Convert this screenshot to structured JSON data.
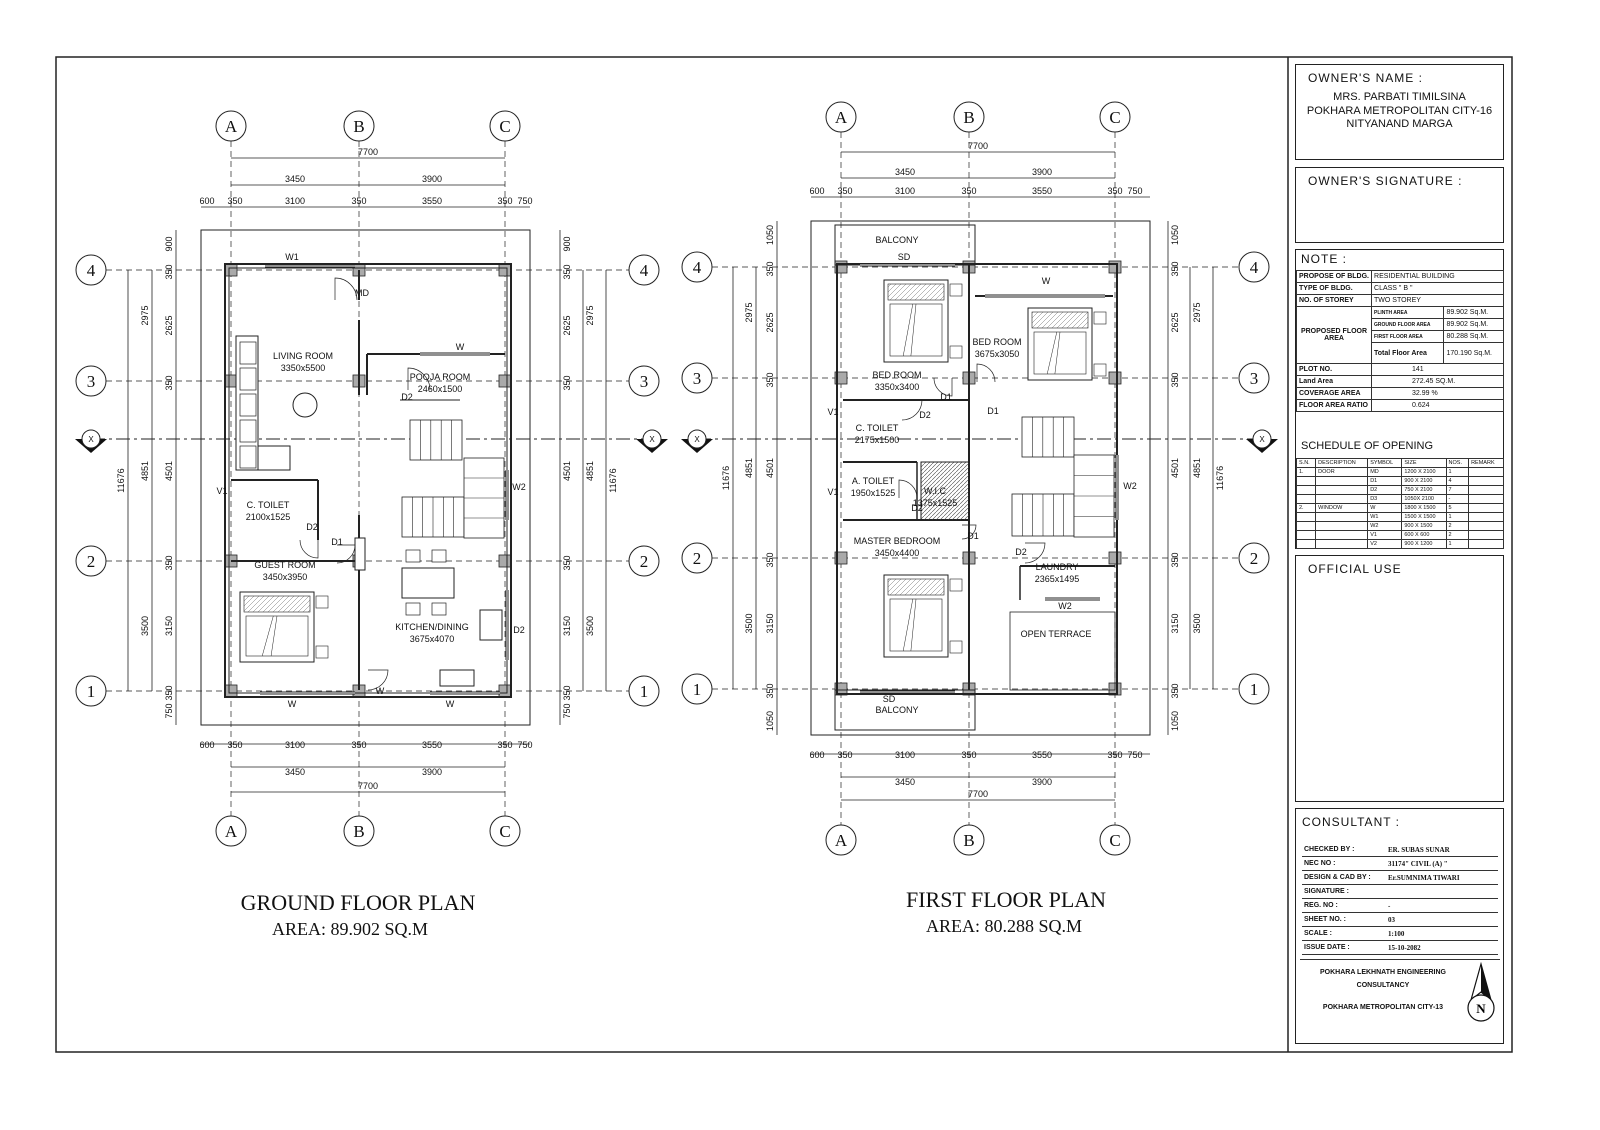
{
  "plans": [
    {
      "title": "GROUND FLOOR PLAN",
      "area": "AREA: 89.902  SQ.M",
      "rooms": [
        {
          "name": "LIVING ROOM",
          "size": "3350x5500"
        },
        {
          "name": "POOJA ROOM",
          "size": "2460x1500"
        },
        {
          "name": "C. TOILET",
          "size": "2100x1525"
        },
        {
          "name": "GUEST ROOM",
          "size": "3450x3950"
        },
        {
          "name": "KITCHEN/DINING",
          "size": "3675x4070"
        }
      ],
      "openings": [
        "W1",
        "MD",
        "W",
        "D2",
        "V1",
        "D2",
        "D1",
        "W2",
        "W",
        "D2",
        "W",
        "W"
      ]
    },
    {
      "title": "FIRST FLOOR PLAN",
      "area": "AREA: 80.288  SQ.M",
      "rooms": [
        {
          "name": "BALCONY",
          "size": ""
        },
        {
          "name": "BED ROOM",
          "size": "3350x3400"
        },
        {
          "name": "BED ROOM",
          "size": "3675x3050"
        },
        {
          "name": "C. TOILET",
          "size": "2175x1500"
        },
        {
          "name": "A. TOILET",
          "size": "1950x1525"
        },
        {
          "name": "W.I.C",
          "size": "1375x1525"
        },
        {
          "name": "MASTER BEDROOM",
          "size": "3450x4400"
        },
        {
          "name": "LAUNDRY",
          "size": "2365x1495"
        },
        {
          "name": "OPEN TERRACE",
          "size": ""
        },
        {
          "name": "BALCONY",
          "size": ""
        }
      ],
      "openings": [
        "SD",
        "W",
        "D1",
        "D1",
        "D2",
        "V1",
        "V1",
        "D2",
        "W2",
        "D1",
        "D2",
        "W2",
        "SD"
      ]
    }
  ],
  "grid": {
    "columns": [
      "A",
      "B",
      "C"
    ],
    "rows": [
      "4",
      "3",
      "2",
      "1"
    ],
    "dims_total": "7700",
    "dims_main": [
      "3450",
      "3900"
    ],
    "dims_detail": [
      "600",
      "350",
      "3100",
      "350",
      "3550",
      "350",
      "750"
    ],
    "left_dims_outer": "11676",
    "left_dims_mid": [
      "2975",
      "4851",
      "3500"
    ],
    "left_dims_inner": [
      "900",
      "350",
      "2625",
      "350",
      "4501",
      "350",
      "3150",
      "350",
      "750"
    ],
    "ff_dims_inner": [
      "1050",
      "350",
      "2625",
      "350",
      "4501",
      "350",
      "3150",
      "350",
      "1050"
    ],
    "section": "X"
  },
  "title_block": {
    "owner_name_label": "OWNER'S NAME :",
    "owner_lines": [
      "MRS.  PARBATI TIMILSINA",
      "POKHARA METROPOLITAN CITY-16",
      "NITYANAND MARGA"
    ],
    "owner_signature_label": "OWNER'S SIGNATURE :",
    "note_label": "NOTE :",
    "notes": [
      {
        "k": "PROPOSE OF BLDG.",
        "v": "RESIDENTIAL BUILDING"
      },
      {
        "k": "TYPE OF BLDG.",
        "v": "CLASS \" B \""
      },
      {
        "k": "NO. OF STOREY",
        "v": "TWO    STOREY"
      }
    ],
    "proposed_label": "PROPOSED FLOOR AREA",
    "areas": [
      {
        "k": "PLINTH AREA",
        "v": "89.902  Sq.M."
      },
      {
        "k": "GROUND FLOOR AREA",
        "v": "89.902  Sq.M."
      },
      {
        "k": "FIRST FLOOR AREA",
        "v": "80.288  Sq.M."
      },
      {
        "k": "Total Floor Area",
        "v": "170.190  Sq.M."
      }
    ],
    "plot": [
      {
        "k": "PLOT NO.",
        "v": "141"
      },
      {
        "k": "Land Area",
        "v": "272.45 SQ.M."
      },
      {
        "k": "COVERAGE AREA",
        "v": "32.99  %"
      },
      {
        "k": "FLOOR AREA RATIO",
        "v": "0.624"
      }
    ],
    "schedule_label": "SCHEDULE OF OPENING",
    "schedule_head": [
      "S.N.",
      "DESCRIPTION",
      "SYMBOL",
      "SIZE",
      "NOS.",
      "REMARK"
    ],
    "schedule": [
      [
        "1.",
        "DOOR",
        "MD",
        "1200 X 2100",
        "1",
        ""
      ],
      [
        "",
        "",
        "D1",
        "900 X 2100",
        "4",
        ""
      ],
      [
        "",
        "",
        "D2",
        "750 X 2100",
        "7",
        ""
      ],
      [
        "",
        "",
        "D3",
        "1050X 2100",
        "-",
        ""
      ],
      [
        "2.",
        "WINDOW",
        "W",
        "1800 X 1500",
        "5",
        ""
      ],
      [
        "",
        "",
        "W1",
        "1500 X 1500",
        "1",
        ""
      ],
      [
        "",
        "",
        "W2",
        "900  X 1500",
        "2",
        ""
      ],
      [
        "",
        "",
        "V1",
        "600  X 600",
        "2",
        ""
      ],
      [
        "",
        "",
        "V2",
        "900  X 1200",
        "1",
        ""
      ]
    ],
    "official_label": "OFFICIAL USE",
    "consultant_label": "CONSULTANT :",
    "consultant": [
      {
        "k": "CHECKED BY :",
        "v": "ER. SUBAS SUNAR"
      },
      {
        "k": "NEC NO :",
        "v": "31174\" CIVIL (A) \""
      },
      {
        "k": "DESIGN & CAD BY :",
        "v": "Er.SUMNIMA TIWARI"
      },
      {
        "k": "SIGNATURE :",
        "v": ""
      },
      {
        "k": "REG. NO :",
        "v": "-"
      },
      {
        "k": "SHEET NO. :",
        "v": "03"
      },
      {
        "k": "SCALE :",
        "v": "1:100"
      },
      {
        "k": "ISSUE DATE :",
        "v": "15-10-2082"
      }
    ],
    "firm_lines": [
      "POKHARA LEKHNATH ENGINEERING",
      "CONSULTANCY"
    ],
    "firm_address": "POKHARA METROPOLITAN CITY-13",
    "north": "N"
  }
}
